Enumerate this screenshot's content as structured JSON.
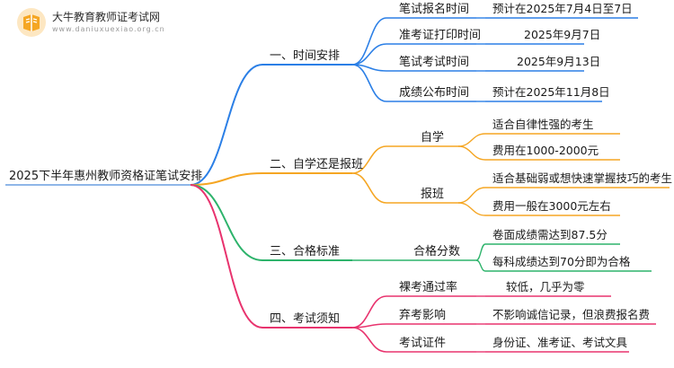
{
  "brand": {
    "name": "大牛教育教师证考试网",
    "url": "www.daniuxuexiao.org.cn"
  },
  "root": "2025下半年惠州教师资格证笔试安排",
  "colors": {
    "blue": "#2b7fe6",
    "orange": "#f5a623",
    "green": "#2db36b",
    "pink": "#e8336e",
    "root_line": "#8fb6e8"
  },
  "branches": [
    {
      "label": "一、时间安排",
      "color": "blue",
      "children": [
        {
          "label": "笔试报名时间",
          "leaves": [
            "预计在2025年7月4日至7日"
          ]
        },
        {
          "label": "准考证打印时间",
          "leaves": [
            "2025年9月7日"
          ]
        },
        {
          "label": "笔试考试时间",
          "leaves": [
            "2025年9月13日"
          ]
        },
        {
          "label": "成绩公布时间",
          "leaves": [
            "预计在2025年11月8日"
          ]
        }
      ]
    },
    {
      "label": "二、自学还是报班",
      "color": "orange",
      "children": [
        {
          "label": "自学",
          "leaves": [
            "适合自律性强的考生",
            "费用在1000-2000元"
          ]
        },
        {
          "label": "报班",
          "leaves": [
            "适合基础弱或想快速掌握技巧的考生",
            "费用一般在3000元左右"
          ]
        }
      ]
    },
    {
      "label": "三、合格标准",
      "color": "green",
      "children": [
        {
          "label": "合格分数",
          "leaves": [
            "卷面成绩需达到87.5分",
            "每科成绩达到70分即为合格"
          ]
        }
      ]
    },
    {
      "label": "四、考试须知",
      "color": "pink",
      "children": [
        {
          "label": "裸考通过率",
          "leaves": [
            "较低，几乎为零"
          ]
        },
        {
          "label": "弃考影响",
          "leaves": [
            "不影响诚信记录，但浪费报名费"
          ]
        },
        {
          "label": "考试证件",
          "leaves": [
            "身份证、准考证、考试文具"
          ]
        }
      ]
    }
  ]
}
